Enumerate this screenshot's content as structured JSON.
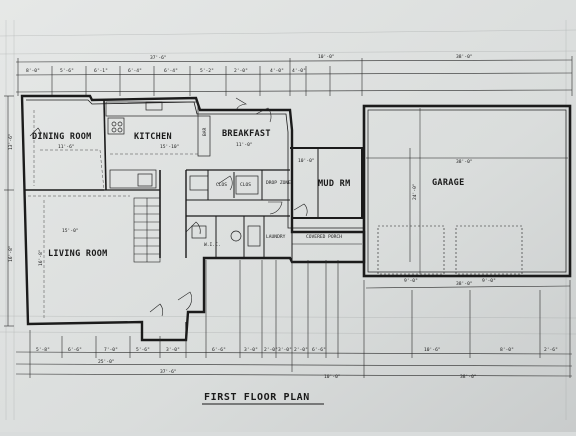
{
  "plan": {
    "title": "FIRST FLOOR PLAN",
    "rooms": {
      "dining": "DINING ROOM",
      "kitchen": "KITCHEN",
      "breakfast": "BREAKFAST",
      "living": "LIVING ROOM",
      "mud": "MUD RM",
      "garage": "GARAGE",
      "porch": "COVERED PORCH",
      "clos": "CLOS",
      "clos2": "CLOS",
      "drop_zone": "DROP ZONE",
      "laundry": "LAUNDRY",
      "wic": "W.I.C.",
      "bar": "BAR"
    },
    "dims": {
      "top_overall_left": "37'-6\"",
      "top_overall_mid": "10'-0\"",
      "top_overall_right": "38'-0\"",
      "top_row": [
        "8'-0\"",
        "5'-6\"",
        "6'-1\"",
        "6'-4\"",
        "6'-4\"",
        "5'-2\"",
        "2'-0\"",
        "4'-0\"",
        "4'-0\""
      ],
      "bottom_row": [
        "5'-8\"",
        "6'-6\"",
        "7'-0\"",
        "5'-6\"",
        "3'-0\"",
        "6'-6\"",
        "3'-0\"",
        "2'-0\"",
        "3'-0\"",
        "2'-0\"",
        "6'-6\"",
        "10'-6\"",
        "8'-0\"",
        "2'-6\""
      ],
      "bottom_a": "25'-0\"",
      "bottom_b": "37'-6\"",
      "bottom_c": "10'-0\"",
      "bottom_d": "38'-0\"",
      "garage_depth": "24'-0\"",
      "garage_width": "38'-0\"",
      "garage_bottom": "38'-0\"",
      "garage_door_left": "9'-0\"",
      "garage_door_right": "9'-0\"",
      "dining_w": "11'-6\"",
      "kitchen_w": "15'-10\"",
      "living_d": "16'-8\"",
      "living_w": "15'-0\"",
      "left_dims": [
        "13'-6\"",
        "16'-8\""
      ],
      "mud_w": "10'-0\"",
      "breakfast_w": "11'-0\""
    }
  }
}
